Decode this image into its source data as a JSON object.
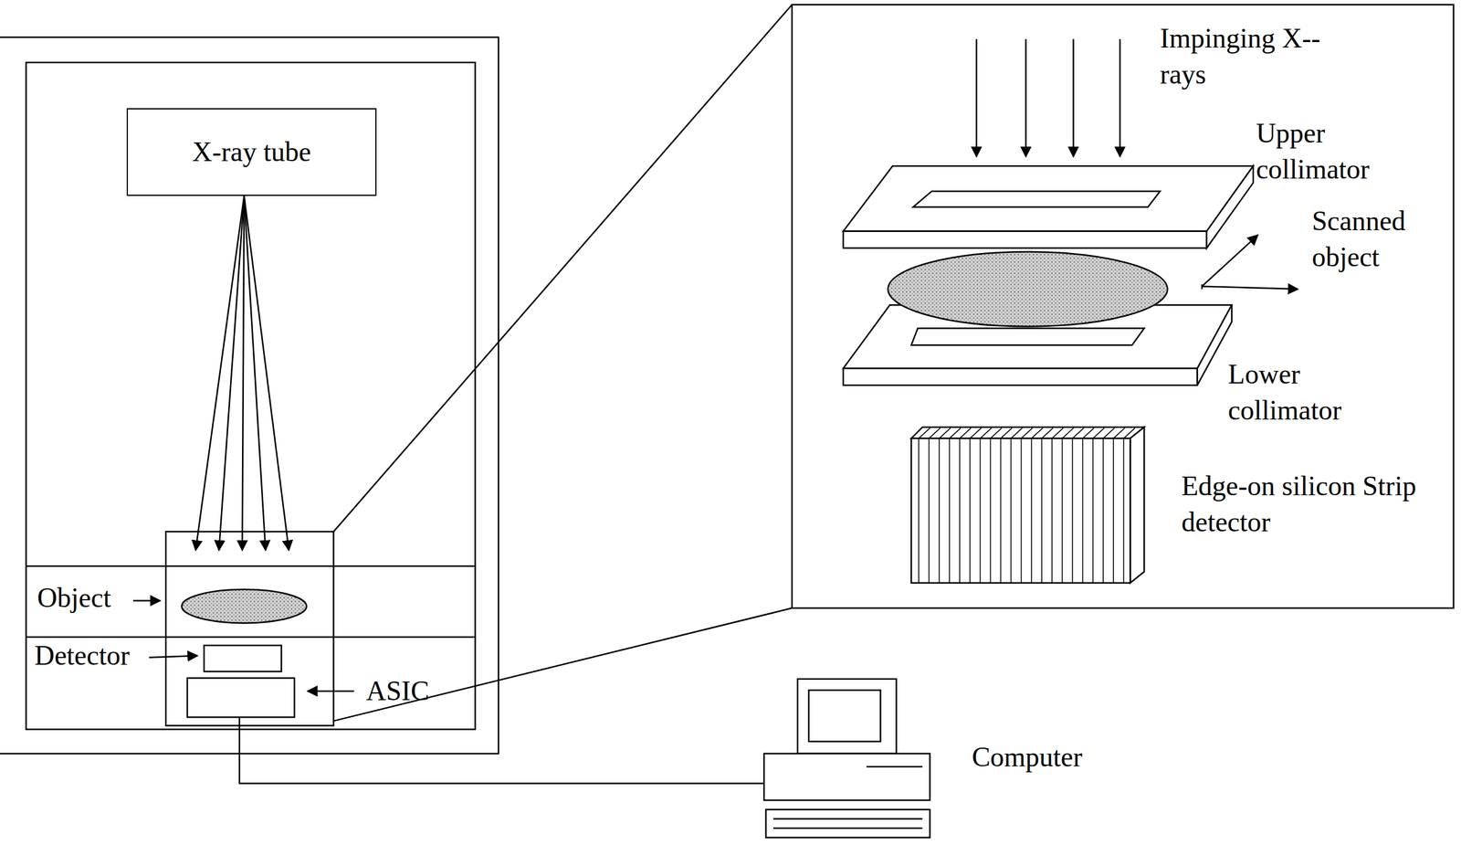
{
  "diagram": {
    "nodes": [
      {
        "text": [
          "X-ray tube"
        ]
      }
    ],
    "labels": [
      "Object",
      "Detector",
      "ASIC",
      "Impinging X--rays",
      "Upper collimator",
      "Scanned object",
      "Lower collimator",
      "Edge-on silicon Strip detector",
      "Computer"
    ]
  }
}
